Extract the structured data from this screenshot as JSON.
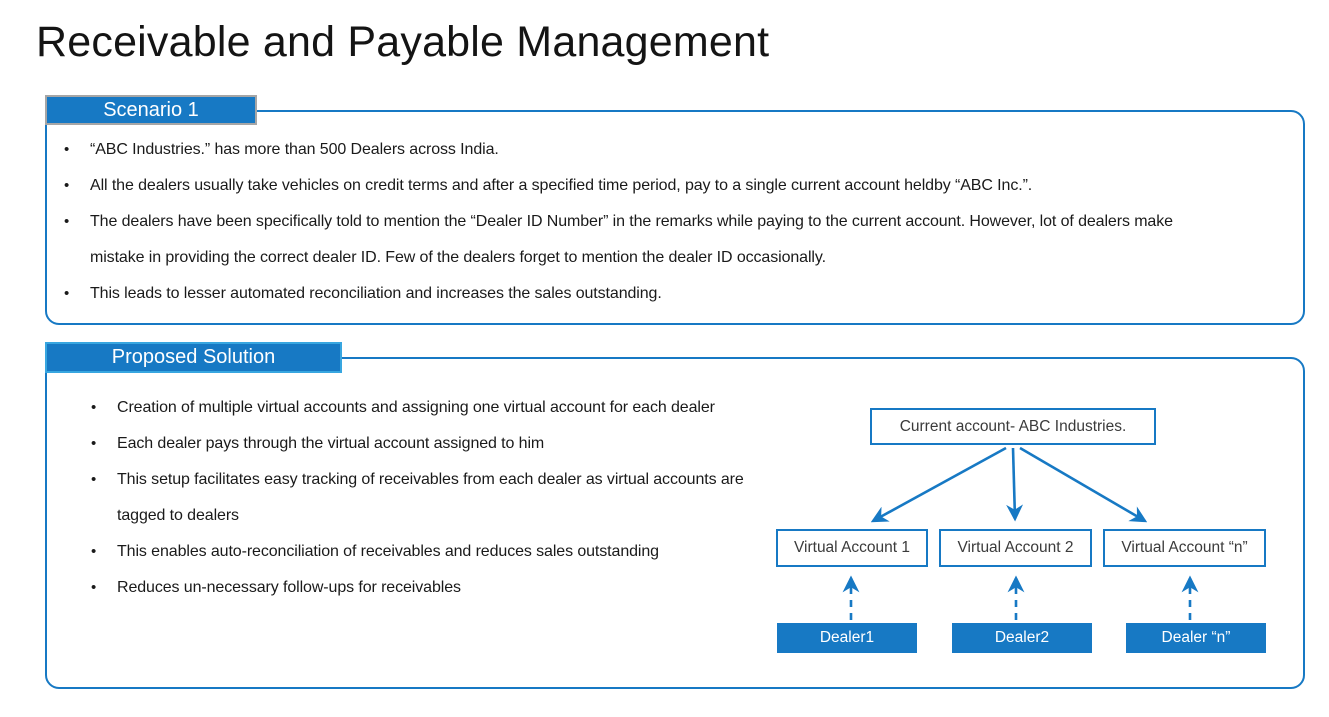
{
  "title": "Receivable and Payable Management",
  "colors": {
    "accent_blue": "#1779C4",
    "scenario_tab_border": "#A6A6A6",
    "proposed_tab_border": "#38A6E0",
    "body_text": "#1A1A1A",
    "diagram_box_text": "#3B3B3B"
  },
  "scenario": {
    "tab_label": "Scenario 1",
    "bullets": [
      "“ABC Industries.” has more than 500 Dealers across India.",
      "All the dealers usually take vehicles on credit terms and after a specified time period, pay to a single current account heldby “ABC Inc.”.",
      "The dealers have been specifically told to mention the “Dealer ID Number” in the remarks while paying to the current account. However, lot of dealers make mistake in providing the correct dealer ID. Few of the dealers forget to mention the dealer ID occasionally.",
      "This leads to lesser automated reconciliation and increases the sales outstanding."
    ]
  },
  "proposed": {
    "tab_label": "Proposed Solution",
    "bullets": [
      "Creation of multiple virtual accounts and assigning one virtual account for each dealer",
      "Each dealer pays through the virtual account assigned to him",
      "This setup facilitates easy tracking of receivables from each dealer as virtual accounts are tagged to dealers",
      "This enables auto-reconciliation of receivables and reduces sales outstanding",
      "Reduces un-necessary follow-ups for receivables"
    ],
    "diagram": {
      "current_account_label": "Current account- ABC Industries.",
      "virtual_accounts": [
        "Virtual Account 1",
        "Virtual Account 2",
        "Virtual Account “n”"
      ],
      "dealers": [
        "Dealer1",
        "Dealer2",
        "Dealer “n”"
      ]
    }
  }
}
